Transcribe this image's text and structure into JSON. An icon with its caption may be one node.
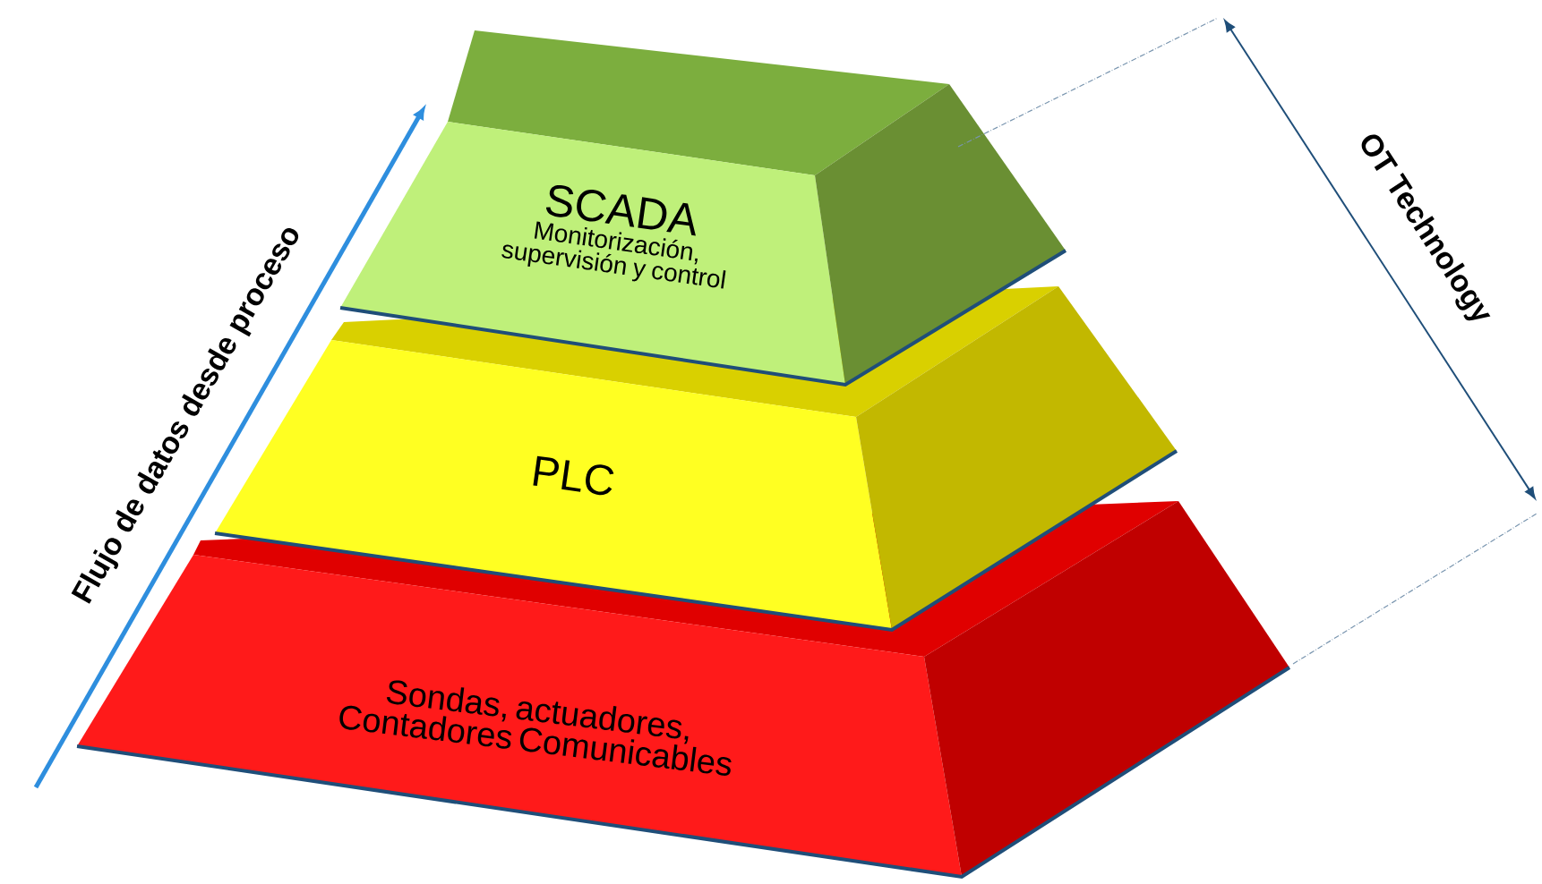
{
  "diagram": {
    "nodes": [
      {
        "text": [
          "SCADA",
          "Monitorización, supervisión y control"
        ]
      },
      {
        "text": [
          "PLC"
        ]
      },
      {
        "text": [
          "Sondas, actuadores, Contadores Comunicables"
        ]
      }
    ],
    "edges": [],
    "labels": [
      "Flujo de datos desde proceso",
      "OT Technology"
    ]
  }
}
